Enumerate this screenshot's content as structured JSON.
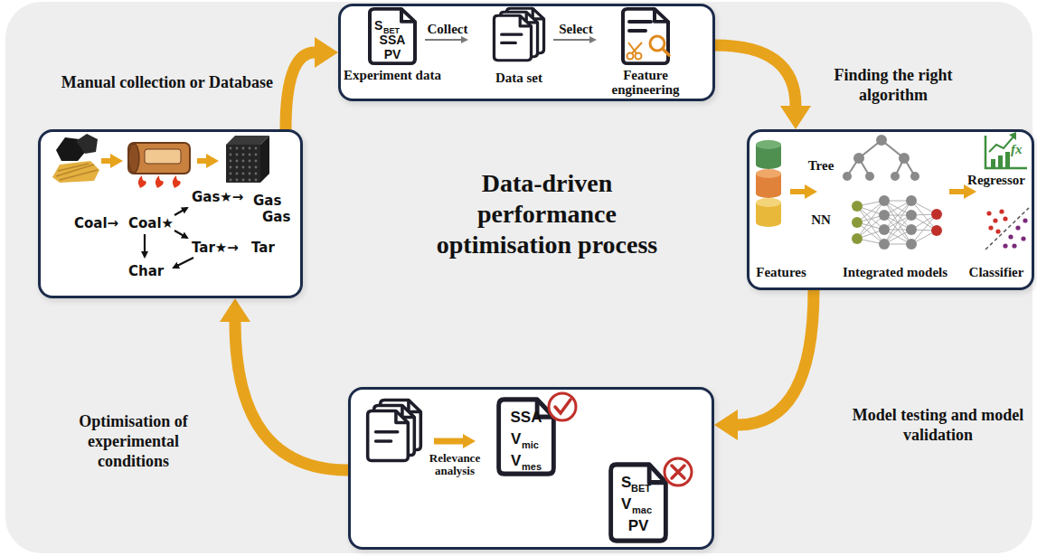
{
  "diagram": {
    "title": "Data-driven performance optimisation process",
    "nodes": [
      {
        "text": [
          "S",
          "BET",
          "SSA",
          "PV",
          "Experiment data",
          "Collect",
          "Data set",
          "Select",
          "Feature engineering"
        ]
      },
      {
        "text": [
          "Coal→",
          "Coal★",
          "Gas★→",
          "Gas",
          "Gas",
          "Tar★→",
          "Tar",
          "Char"
        ]
      },
      {
        "text": [
          "Features",
          "Tree",
          "NN",
          "Integrated models",
          "fx",
          "Regressor",
          "Classifier"
        ]
      },
      {
        "text": [
          "Relevance analysis",
          "SSA",
          "V",
          "mic",
          "V",
          "mes",
          "S",
          "BET",
          "V",
          "mac",
          "PV"
        ]
      }
    ],
    "edges": [
      {
        "from": 1,
        "to": 0,
        "label": "Manual collection or Database",
        "arrow": "to"
      },
      {
        "from": 0,
        "to": 2,
        "label": "Finding the right algorithm",
        "arrow": "to"
      },
      {
        "from": 2,
        "to": 3,
        "label": "Model testing and model validation",
        "arrow": "to"
      },
      {
        "from": 3,
        "to": 1,
        "label": "Optimisation of experimental conditions",
        "arrow": "to"
      }
    ]
  }
}
